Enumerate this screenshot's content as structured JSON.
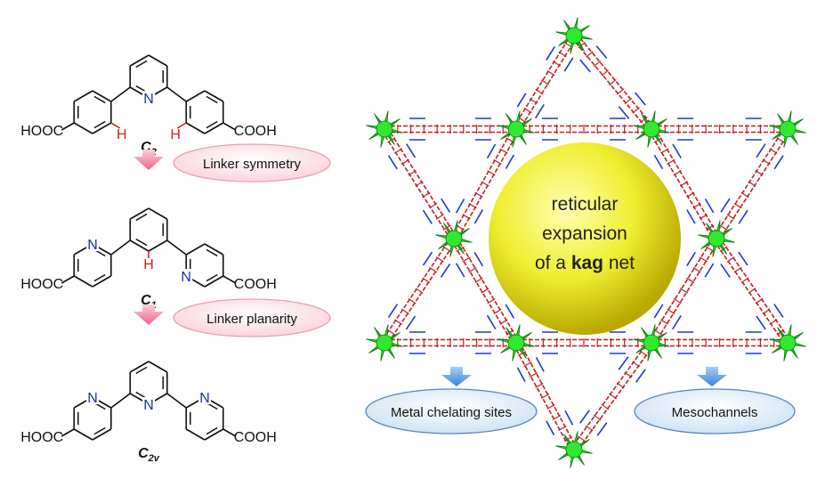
{
  "molecules": [
    {
      "symmetry_base": "C",
      "symmetry_sub": "2",
      "left_group": "HOOC",
      "right_group": "COOH",
      "n_labels": [
        "N"
      ],
      "h_labels": [
        "H",
        "H"
      ]
    },
    {
      "symmetry_base": "C",
      "symmetry_sub": "1",
      "left_group": "HOOC",
      "right_group": "COOH",
      "n_labels": [
        "N",
        "N"
      ],
      "h_labels": [
        "H"
      ]
    },
    {
      "symmetry_base": "C",
      "symmetry_sub": "2v",
      "left_group": "HOOC",
      "right_group": "COOH",
      "n_labels": [
        "N",
        "N",
        "N"
      ],
      "h_labels": []
    }
  ],
  "steps": [
    {
      "label": "Linker symmetry"
    },
    {
      "label": "Linker planarity"
    }
  ],
  "framework": {
    "sphere_label_line1": "reticular",
    "sphere_label_line2": "expansion",
    "sphere_label_line3_prefix": "of a ",
    "sphere_label_line3_bold": "kag",
    "sphere_label_line3_suffix": " net",
    "callouts": [
      {
        "label": "Metal chelating sites"
      },
      {
        "label": "Mesochannels"
      }
    ]
  },
  "colors": {
    "bond": "#111111",
    "nitrogen": "#1a2fb0",
    "hydrogen": "#d02020",
    "pink_fill": "#fde4ea",
    "pink_stroke": "#e8a0b0",
    "arrow_pink": "#f06088",
    "cluster_green": "#22dd22",
    "linker_red": "#c02020",
    "linker_blue": "#1a3ad0",
    "sphere_yellow": "#f0ee30",
    "callout_fill": "#dbeaf6",
    "callout_stroke": "#5a86b8",
    "callout_arrow": "#4a90d8"
  }
}
